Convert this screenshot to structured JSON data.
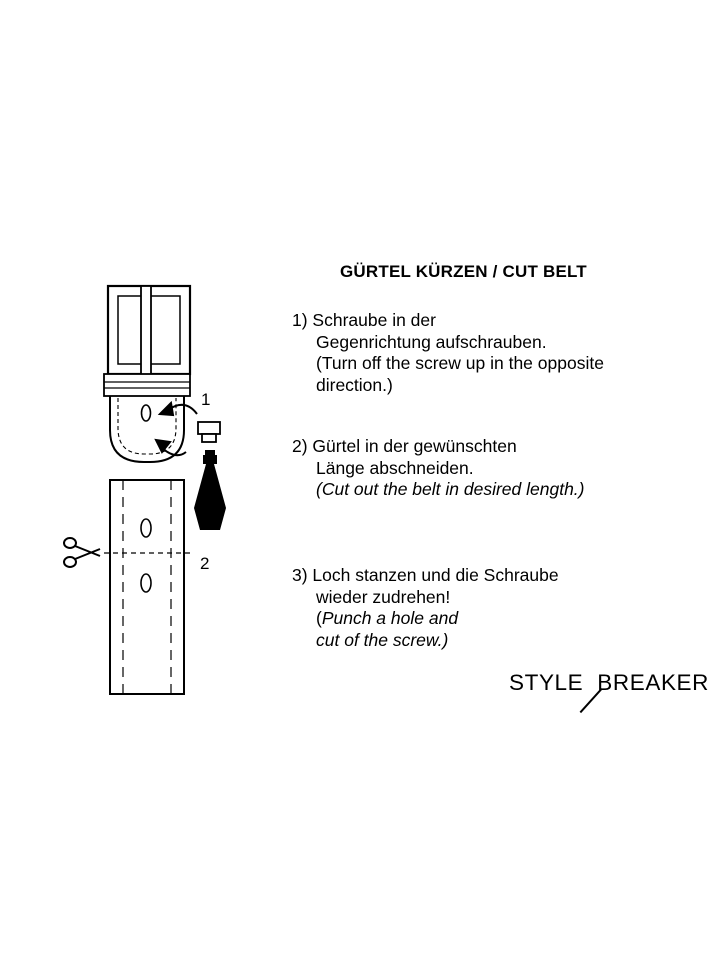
{
  "title": "GÜRTEL KÜRZEN / CUT BELT",
  "steps": [
    {
      "line1": "1) Schraube in der",
      "line2": "Gegenrichtung aufschrauben.",
      "line3": "(Turn off the screw up in the opposite",
      "line4": "direction.)"
    },
    {
      "line1": "2) Gürtel in der gewünschten",
      "line2": "Länge abschneiden.",
      "line3": "(Cut out the belt in desired length.)"
    },
    {
      "line1": "3) Loch stanzen und die Schraube",
      "line2": "wieder zudrehen!",
      "line3_paren": "(",
      "line3_rest": "Punch a hole and",
      "line4": "cut of the screw.)"
    }
  ],
  "labels": {
    "one": "1",
    "two": "2"
  },
  "brand": {
    "left": "STYLE",
    "right": "BREAKER"
  },
  "icons": [
    "belt-buckle-icon",
    "rotate-arrow-icon",
    "screw-icon",
    "screwdriver-icon",
    "scissors-icon",
    "belt-strap-icon"
  ]
}
